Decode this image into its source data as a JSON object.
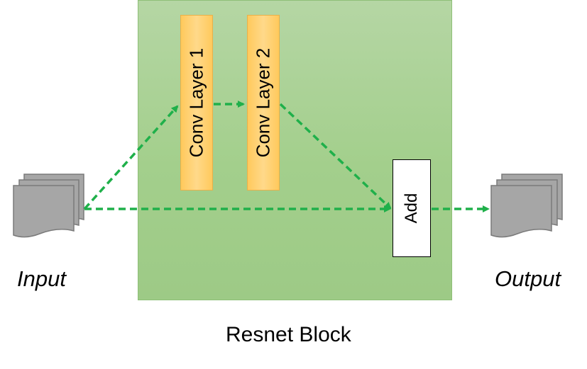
{
  "diagram": {
    "input_label": "Input",
    "output_label": "Output",
    "block_label": "Resnet Block",
    "layers": [
      {
        "label": "Conv Layer 1"
      },
      {
        "label": "Conv Layer 2"
      }
    ],
    "add_label": "Add",
    "icons": [
      "document-stack-icon",
      "document-stack-icon"
    ],
    "colors": {
      "block": "#a3cf8c",
      "conv_fill": "#ffd27a",
      "arrow": "#1fb04a",
      "document": "#a6a6a6"
    }
  }
}
